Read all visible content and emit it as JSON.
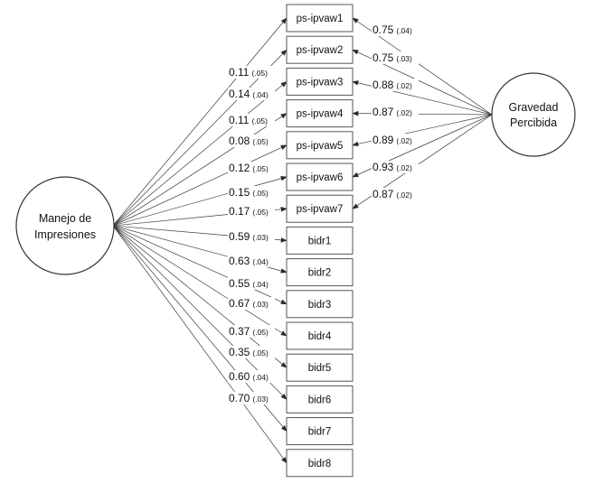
{
  "latents": {
    "manejo": {
      "line1": "Manejo de",
      "line2": "Impresiones"
    },
    "gravedad": {
      "line1": "Gravedad",
      "line2": "Percibida"
    }
  },
  "indicators": [
    "ps-ipvaw1",
    "ps-ipvaw2",
    "ps-ipvaw3",
    "ps-ipvaw4",
    "ps-ipvaw5",
    "ps-ipvaw6",
    "ps-ipvaw7",
    "bidr1",
    "bidr2",
    "bidr3",
    "bidr4",
    "bidr5",
    "bidr6",
    "bidr7",
    "bidr8"
  ],
  "manejo_loadings": [
    {
      "value": "0.11",
      "se": "(.05)"
    },
    {
      "value": "0.14",
      "se": "(.04)"
    },
    {
      "value": "0.11",
      "se": "(.05)"
    },
    {
      "value": "0.08",
      "se": "(.05)"
    },
    {
      "value": "0.12",
      "se": "(.05)"
    },
    {
      "value": "0.15",
      "se": "(.05)"
    },
    {
      "value": "0.17",
      "se": "(.05)"
    },
    {
      "value": "0.59",
      "se": "(.03)"
    },
    {
      "value": "0.63",
      "se": "(.04)"
    },
    {
      "value": "0.55",
      "se": "(.04)"
    },
    {
      "value": "0.67",
      "se": "(.03)"
    },
    {
      "value": "0.37",
      "se": "(.05)"
    },
    {
      "value": "0.35",
      "se": "(.05)"
    },
    {
      "value": "0.60",
      "se": "(.04)"
    },
    {
      "value": "0.70",
      "se": "(.03)"
    }
  ],
  "gravedad_loadings": [
    {
      "value": "0.75",
      "se": "(.04)"
    },
    {
      "value": "0.75",
      "se": "(.03)"
    },
    {
      "value": "0.88",
      "se": "(.02)"
    },
    {
      "value": "0.87",
      "se": "(.02)"
    },
    {
      "value": "0.89",
      "se": "(.02)"
    },
    {
      "value": "0.93",
      "se": "(.02)"
    },
    {
      "value": "0.87",
      "se": "(.02)"
    }
  ]
}
